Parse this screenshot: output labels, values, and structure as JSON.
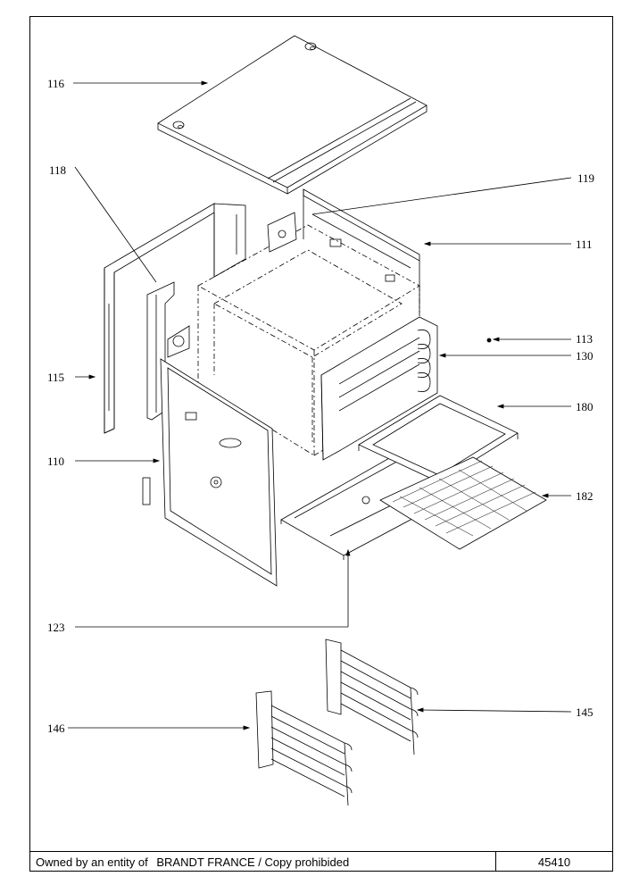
{
  "callouts": {
    "c116": "116",
    "c118": "118",
    "c119": "119",
    "c111": "111",
    "c113": "113",
    "c130": "130",
    "c115": "115",
    "c180": "180",
    "c110": "110",
    "c182": "182",
    "c123": "123",
    "c145": "145",
    "c146": "146"
  },
  "footer": {
    "owner_prefix": "Owned by an entity of",
    "owner_name": "BRANDT FRANCE",
    "owner_suffix": "/ Copy prohibided",
    "document_number": "45410"
  },
  "colors": {
    "line": "#000000",
    "background": "#ffffff"
  }
}
